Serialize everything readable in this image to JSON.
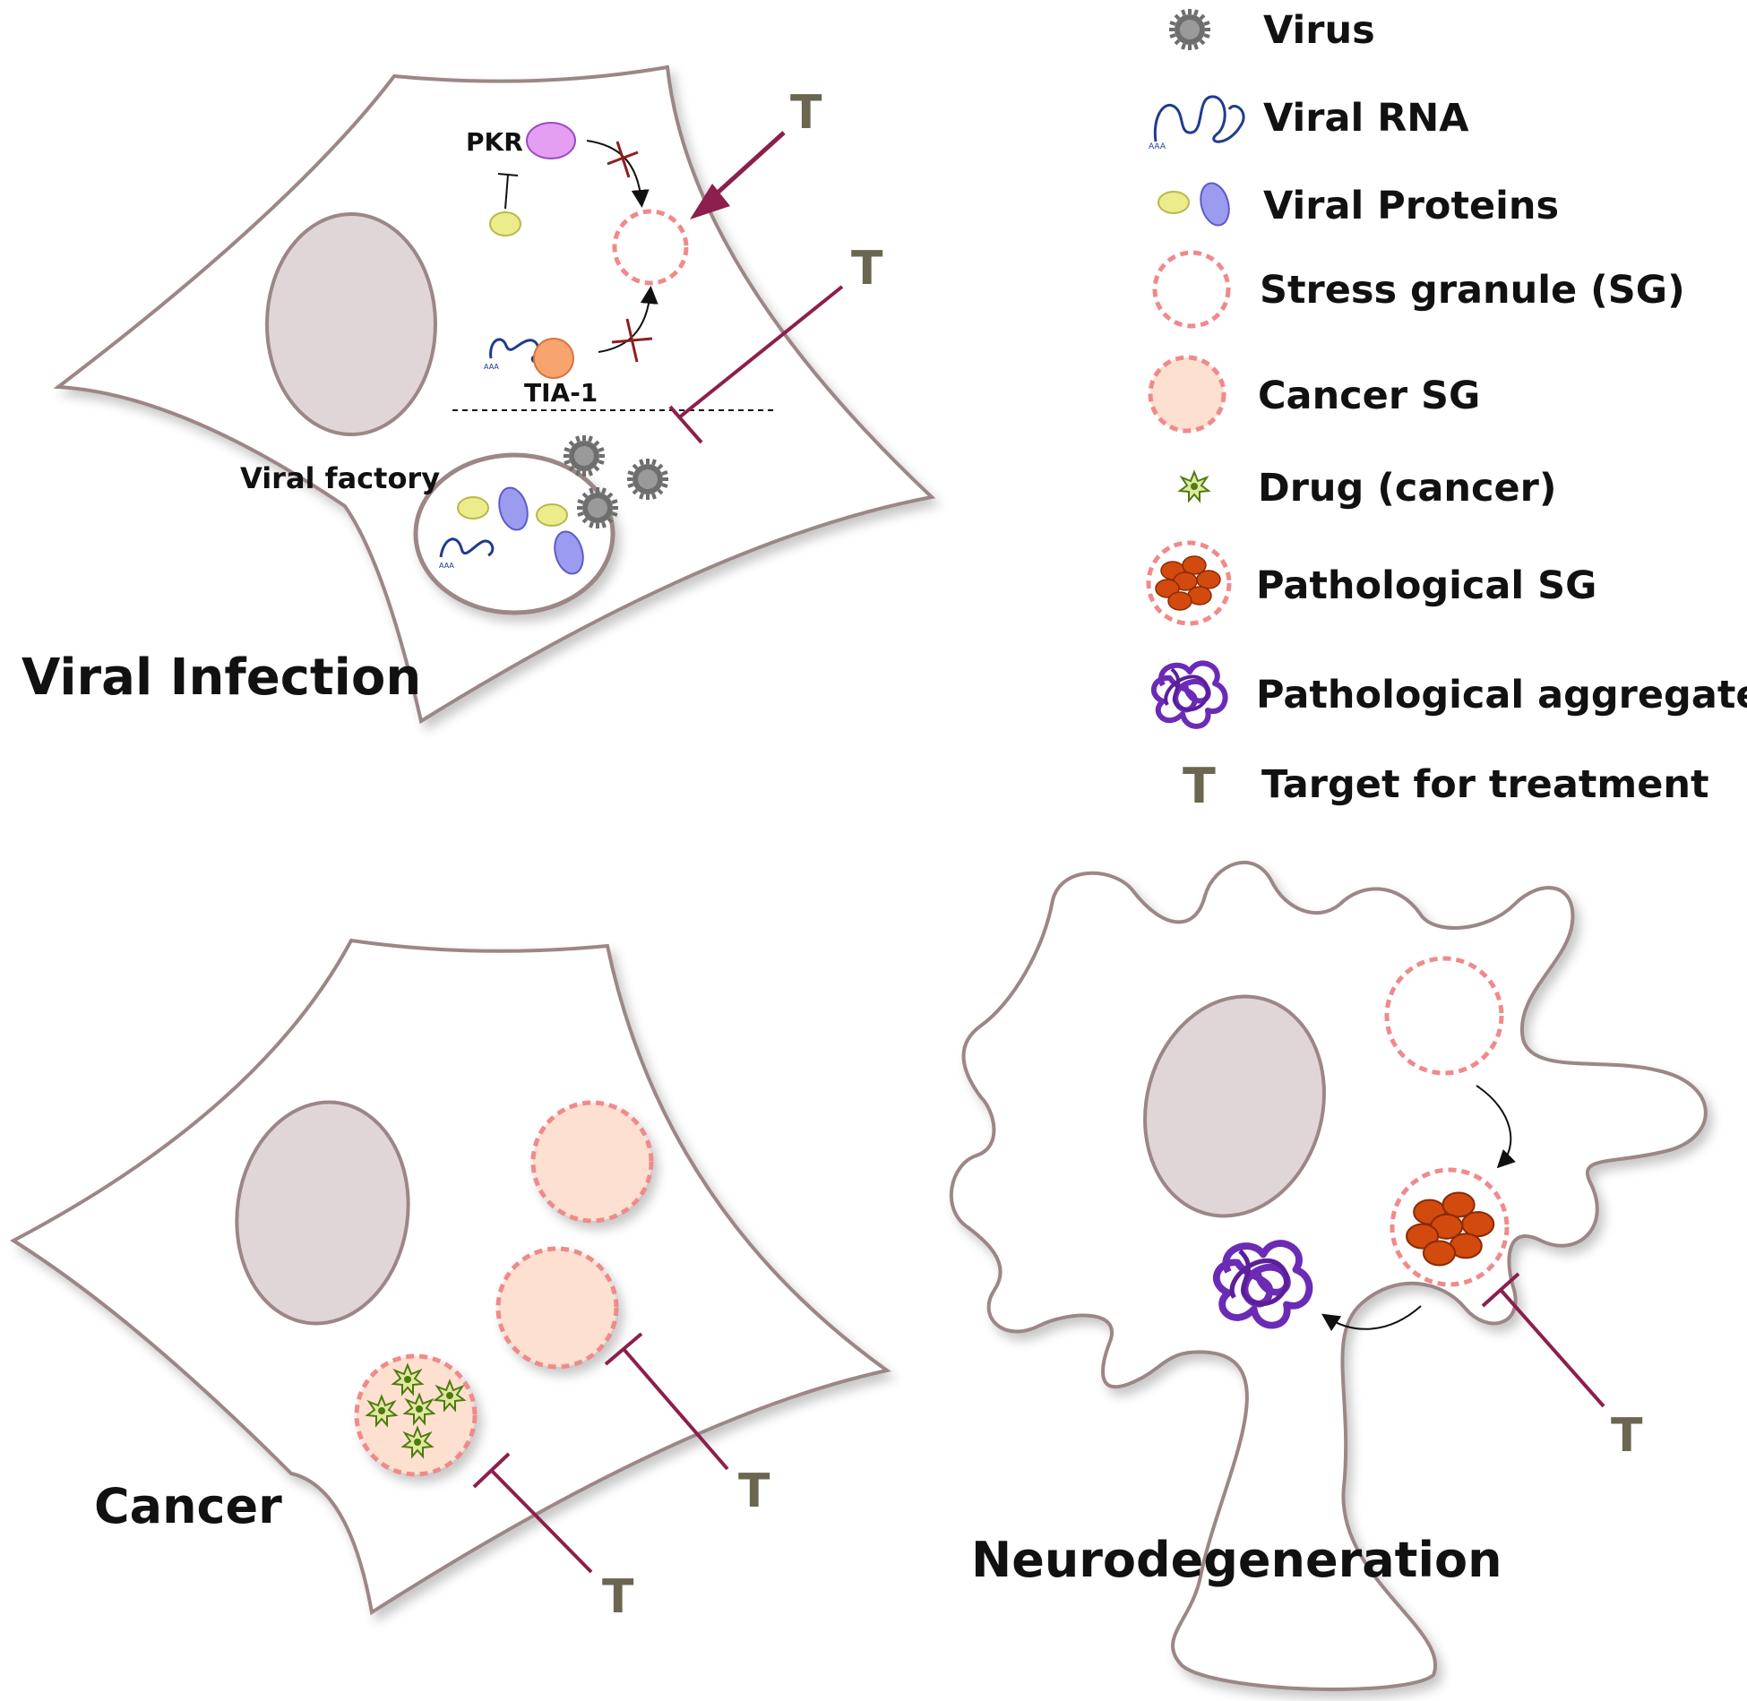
{
  "legend": {
    "virus": "Virus",
    "viral_rna": "Viral RNA",
    "viral_proteins": "Viral Proteins",
    "stress_granule": "Stress granule (SG)",
    "cancer_sg": "Cancer SG",
    "drug": "Drug (cancer)",
    "pathological_sg": "Pathological SG",
    "pathological_aggregate": "Pathological aggregate",
    "target": "Target for treatment",
    "t_symbol": "T"
  },
  "panels": {
    "viral_infection": {
      "title": "Viral Infection",
      "pkr": "PKR",
      "tia1": "TIA-1",
      "viral_factory": "Viral factory",
      "polyA": "AAA",
      "t": "T"
    },
    "cancer": {
      "title": "Cancer",
      "t": "T"
    },
    "neuro": {
      "title": "Neurodegeneration",
      "t": "T"
    }
  },
  "colors": {
    "cell_outline": "#9c8686",
    "nucleus": "#e0d6d8",
    "sg_dash": "#f08a8a",
    "cancer_fill": "#fde0cf",
    "target_line": "#8c1f4d",
    "pkr": "#e49ef2",
    "tia1": "#f7a46f",
    "viral_protein_yellow": "#ecec8c",
    "viral_protein_blue": "#9b9cf0",
    "pathological_sg_fill": "#d34a0e",
    "aggregate": "#6c2bb5",
    "drug": "#5a8a15",
    "t_color": "#6b6650"
  }
}
